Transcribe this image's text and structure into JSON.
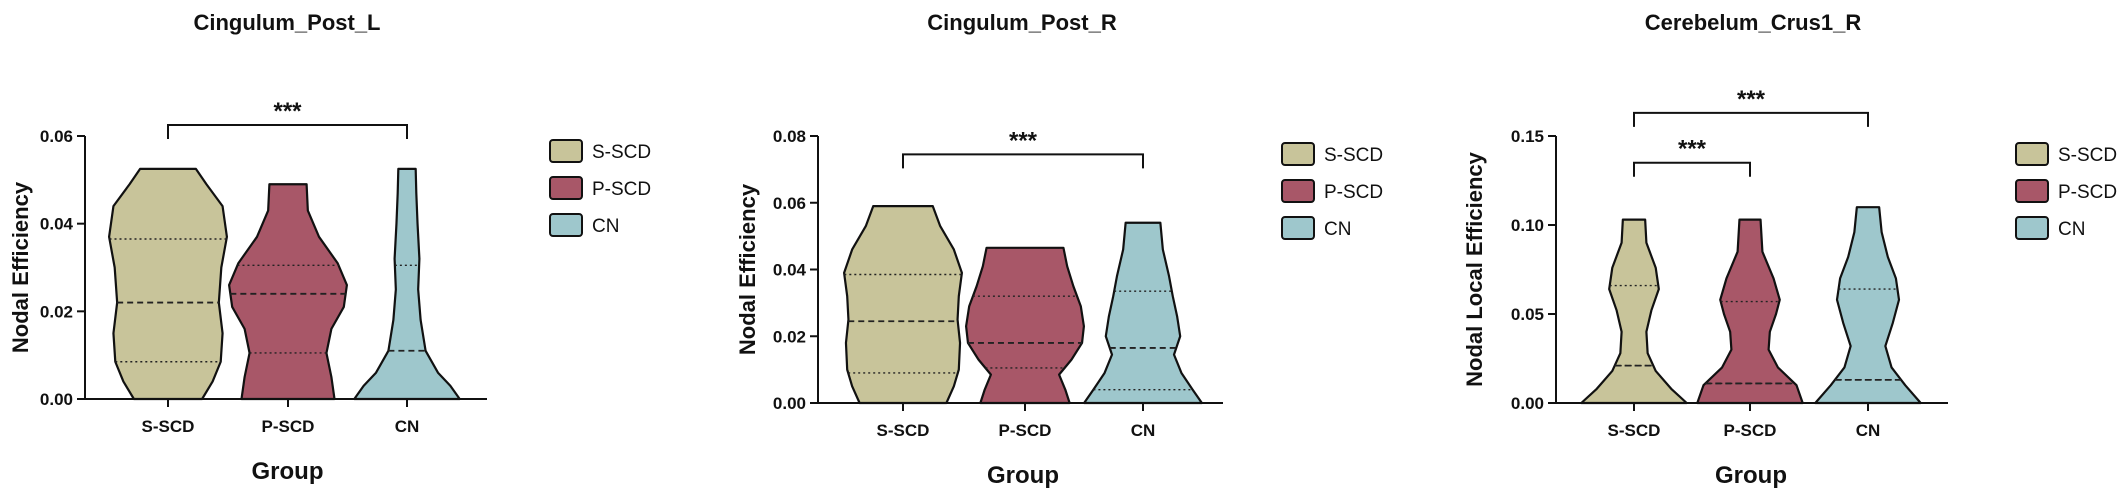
{
  "colors": {
    "S-SCD": "#c8c49a",
    "P-SCD": "#a85768",
    "CN": "#9ec7cc",
    "outline": "#111111"
  },
  "chart_data": [
    {
      "type": "violin",
      "title": "Cingulum_Post_L",
      "xlabel": "Group",
      "ylabel": "Nodal Efficiency",
      "categories": [
        "S-SCD",
        "P-SCD",
        "CN"
      ],
      "ylim": [
        0,
        0.06
      ],
      "yticks": [
        0,
        0.02,
        0.04,
        0.06
      ],
      "ytick_labels": [
        "0.00",
        "0.02",
        "0.04",
        "0.06"
      ],
      "legend": [
        "S-SCD",
        "P-SCD",
        "CN"
      ],
      "legend_position": "right",
      "series": [
        {
          "name": "S-SCD",
          "min": 0,
          "max": 0.0525,
          "q1": 0.0085,
          "median": 0.022,
          "q3": 0.0365,
          "density": [
            [
              0,
              0.55
            ],
            [
              0.004,
              0.72
            ],
            [
              0.0085,
              0.85
            ],
            [
              0.015,
              0.88
            ],
            [
              0.022,
              0.82
            ],
            [
              0.03,
              0.86
            ],
            [
              0.037,
              0.95
            ],
            [
              0.044,
              0.88
            ],
            [
              0.049,
              0.62
            ],
            [
              0.0525,
              0.45
            ]
          ]
        },
        {
          "name": "P-SCD",
          "min": 0,
          "max": 0.049,
          "q1": 0.0105,
          "median": 0.024,
          "q3": 0.0305,
          "density": [
            [
              0,
              0.75
            ],
            [
              0.005,
              0.7
            ],
            [
              0.0105,
              0.62
            ],
            [
              0.016,
              0.7
            ],
            [
              0.021,
              0.9
            ],
            [
              0.026,
              0.95
            ],
            [
              0.031,
              0.8
            ],
            [
              0.037,
              0.5
            ],
            [
              0.043,
              0.32
            ],
            [
              0.049,
              0.3
            ]
          ]
        },
        {
          "name": "CN",
          "min": 0,
          "max": 0.0525,
          "q1": 0,
          "median": 0.011,
          "q3": 0.0305,
          "density": [
            [
              0,
              0.85
            ],
            [
              0.003,
              0.7
            ],
            [
              0.006,
              0.5
            ],
            [
              0.011,
              0.3
            ],
            [
              0.018,
              0.22
            ],
            [
              0.025,
              0.18
            ],
            [
              0.032,
              0.2
            ],
            [
              0.04,
              0.17
            ],
            [
              0.047,
              0.15
            ],
            [
              0.0525,
              0.14
            ]
          ]
        }
      ],
      "significance": [
        {
          "from": "S-SCD",
          "to": "CN",
          "y": 0.0625,
          "label": "***"
        }
      ]
    },
    {
      "type": "violin",
      "title": "Cingulum_Post_R",
      "xlabel": "Group",
      "ylabel": "Nodal Efficiency",
      "categories": [
        "S-SCD",
        "P-SCD",
        "CN"
      ],
      "ylim": [
        0,
        0.08
      ],
      "yticks": [
        0,
        0.02,
        0.04,
        0.06,
        0.08
      ],
      "ytick_labels": [
        "0.00",
        "0.02",
        "0.04",
        "0.06",
        "0.08"
      ],
      "legend": [
        "S-SCD",
        "P-SCD",
        "CN"
      ],
      "legend_position": "right",
      "series": [
        {
          "name": "S-SCD",
          "min": 0,
          "max": 0.059,
          "q1": 0.009,
          "median": 0.0245,
          "q3": 0.0385,
          "density": [
            [
              0,
              0.7
            ],
            [
              0.005,
              0.82
            ],
            [
              0.01,
              0.9
            ],
            [
              0.018,
              0.92
            ],
            [
              0.025,
              0.88
            ],
            [
              0.032,
              0.9
            ],
            [
              0.039,
              0.95
            ],
            [
              0.046,
              0.82
            ],
            [
              0.053,
              0.6
            ],
            [
              0.059,
              0.48
            ]
          ]
        },
        {
          "name": "P-SCD",
          "min": 0,
          "max": 0.0465,
          "q1": 0.0105,
          "median": 0.018,
          "q3": 0.032,
          "density": [
            [
              0,
              0.72
            ],
            [
              0.004,
              0.65
            ],
            [
              0.0085,
              0.55
            ],
            [
              0.013,
              0.75
            ],
            [
              0.018,
              0.92
            ],
            [
              0.023,
              0.95
            ],
            [
              0.029,
              0.9
            ],
            [
              0.035,
              0.78
            ],
            [
              0.041,
              0.68
            ],
            [
              0.0465,
              0.62
            ]
          ]
        },
        {
          "name": "CN",
          "min": 0,
          "max": 0.054,
          "q1": 0.004,
          "median": 0.0165,
          "q3": 0.0335,
          "density": [
            [
              0,
              0.95
            ],
            [
              0.004,
              0.8
            ],
            [
              0.009,
              0.62
            ],
            [
              0.0145,
              0.5
            ],
            [
              0.02,
              0.6
            ],
            [
              0.026,
              0.55
            ],
            [
              0.032,
              0.48
            ],
            [
              0.038,
              0.42
            ],
            [
              0.046,
              0.32
            ],
            [
              0.054,
              0.28
            ]
          ]
        }
      ],
      "significance": [
        {
          "from": "S-SCD",
          "to": "CN",
          "y": 0.0745,
          "label": "***"
        }
      ]
    },
    {
      "type": "violin",
      "title": "Cerebelum_Crus1_R",
      "xlabel": "Group",
      "ylabel": "Nodal Local Efficiency",
      "categories": [
        "S-SCD",
        "P-SCD",
        "CN"
      ],
      "ylim": [
        0,
        0.15
      ],
      "yticks": [
        0,
        0.05,
        0.1,
        0.15
      ],
      "ytick_labels": [
        "0.00",
        "0.05",
        "0.10",
        "0.15"
      ],
      "legend": [
        "S-SCD",
        "P-SCD",
        "CN"
      ],
      "legend_position": "right",
      "series": [
        {
          "name": "S-SCD",
          "min": 0,
          "max": 0.103,
          "q1": 0.021,
          "median": 0.021,
          "q3": 0.066,
          "density": [
            [
              0,
              0.85
            ],
            [
              0.008,
              0.6
            ],
            [
              0.018,
              0.35
            ],
            [
              0.028,
              0.22
            ],
            [
              0.04,
              0.2
            ],
            [
              0.052,
              0.28
            ],
            [
              0.064,
              0.4
            ],
            [
              0.076,
              0.35
            ],
            [
              0.09,
              0.2
            ],
            [
              0.103,
              0.18
            ]
          ]
        },
        {
          "name": "P-SCD",
          "min": 0,
          "max": 0.103,
          "q1": 0.011,
          "median": 0.011,
          "q3": 0.057,
          "density": [
            [
              0,
              0.85
            ],
            [
              0.01,
              0.75
            ],
            [
              0.02,
              0.45
            ],
            [
              0.03,
              0.3
            ],
            [
              0.04,
              0.32
            ],
            [
              0.05,
              0.42
            ],
            [
              0.058,
              0.48
            ],
            [
              0.07,
              0.38
            ],
            [
              0.085,
              0.2
            ],
            [
              0.103,
              0.17
            ]
          ]
        },
        {
          "name": "CN",
          "min": 0,
          "max": 0.11,
          "q1": 0.013,
          "median": 0.013,
          "q3": 0.064,
          "density": [
            [
              0,
              0.85
            ],
            [
              0.01,
              0.6
            ],
            [
              0.02,
              0.38
            ],
            [
              0.032,
              0.28
            ],
            [
              0.045,
              0.4
            ],
            [
              0.058,
              0.5
            ],
            [
              0.07,
              0.45
            ],
            [
              0.082,
              0.32
            ],
            [
              0.096,
              0.22
            ],
            [
              0.11,
              0.18
            ]
          ]
        }
      ],
      "significance": [
        {
          "from": "S-SCD",
          "to": "P-SCD",
          "y": 0.135,
          "label": "***"
        },
        {
          "from": "S-SCD",
          "to": "CN",
          "y": 0.163,
          "label": "***"
        }
      ]
    }
  ]
}
